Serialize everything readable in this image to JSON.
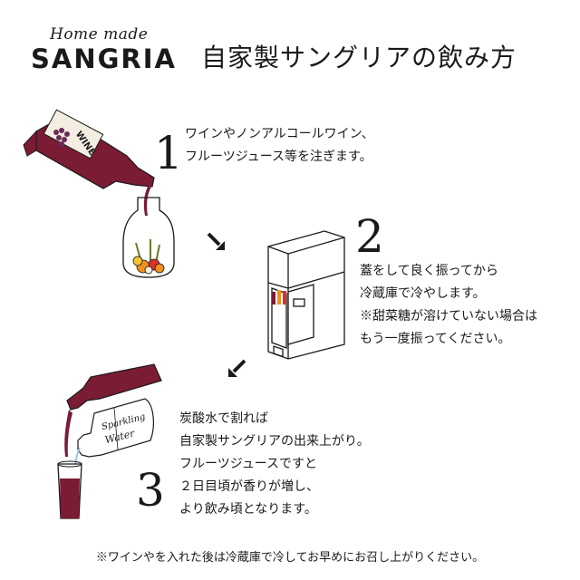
{
  "brand": {
    "small": "Home made",
    "big": "SANGRIA"
  },
  "title": "自家製サングリアの飲み方",
  "labels": {
    "wine": "WINE",
    "sparkling_1": "Sparkling",
    "sparkling_2": "Water"
  },
  "steps": [
    {
      "number": "1",
      "lines": [
        "ワインやノンアルコールワイン、",
        "フルーツジュース等を注ぎます。"
      ]
    },
    {
      "number": "2",
      "lines": [
        "蓋をして良く振ってから",
        "冷蔵庫で冷やします。",
        "※甜菜糖が溶けていない場合は",
        "もう一度振ってください。"
      ]
    },
    {
      "number": "3",
      "lines": [
        "炭酸水で割れば",
        "自家製サングリアの出来上がり。",
        "フルーツジュースですと",
        "２日目頃が香りが増し、",
        "より飲み頃となります。"
      ]
    }
  ],
  "footer": "※ワインやを入れた後は冷蔵庫で冷してお早めにお召し上がりください。",
  "colors": {
    "wine": "#7a1c33",
    "orange": "#f0901e",
    "yellow": "#f3c43a",
    "red": "#d8322c",
    "ink": "#1a1a1a"
  },
  "icons": [
    "wine-bottle-icon",
    "jar-icon",
    "arrow-icon",
    "refrigerator-icon",
    "sparkling-water-bottle-icon",
    "glass-icon"
  ]
}
